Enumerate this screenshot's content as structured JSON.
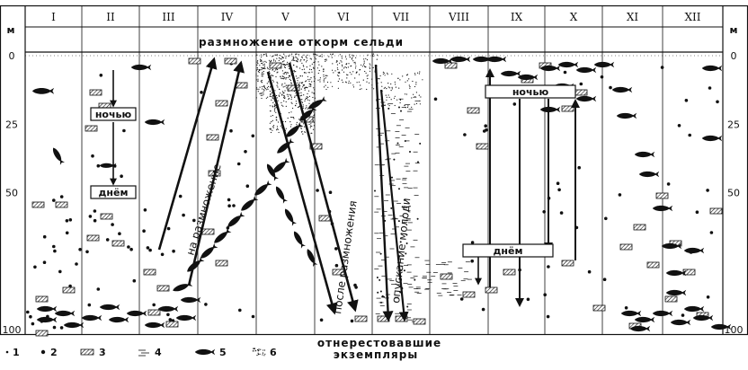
{
  "months": [
    "I",
    "II",
    "III",
    "IV",
    "V",
    "VI",
    "VII",
    "VIII",
    "IX",
    "X",
    "XI",
    "XII"
  ],
  "unit": "м",
  "depth_ticks": [
    {
      "label": "0",
      "depth": 0
    },
    {
      "label": "25",
      "depth": 25
    },
    {
      "label": "50",
      "depth": 50
    },
    {
      "label": "100",
      "depth": 100
    }
  ],
  "top_label": "размножение откорм сельди",
  "bottom_label_line1": "отнерестовавшие",
  "bottom_label_line2": "экземпляры",
  "slant_labels": {
    "spawning": "на размножение",
    "after_spawning": "после размножения",
    "descent": "опускание молоди"
  },
  "boxes": {
    "night_left": "ночью",
    "day_left": "днём",
    "night_right": "ночью",
    "day_right": "днём"
  },
  "legend": [
    {
      "num": "1",
      "symbol": "small-dot"
    },
    {
      "num": "2",
      "symbol": "large-dot"
    },
    {
      "num": "3",
      "symbol": "hatched-rect"
    },
    {
      "num": "4",
      "symbol": "dashes"
    },
    {
      "num": "5",
      "symbol": "fish"
    },
    {
      "num": "6",
      "symbol": "stipple"
    }
  ],
  "colors": {
    "ink": "#111111",
    "background": "#ffffff",
    "box_fill": "#ffffff"
  }
}
